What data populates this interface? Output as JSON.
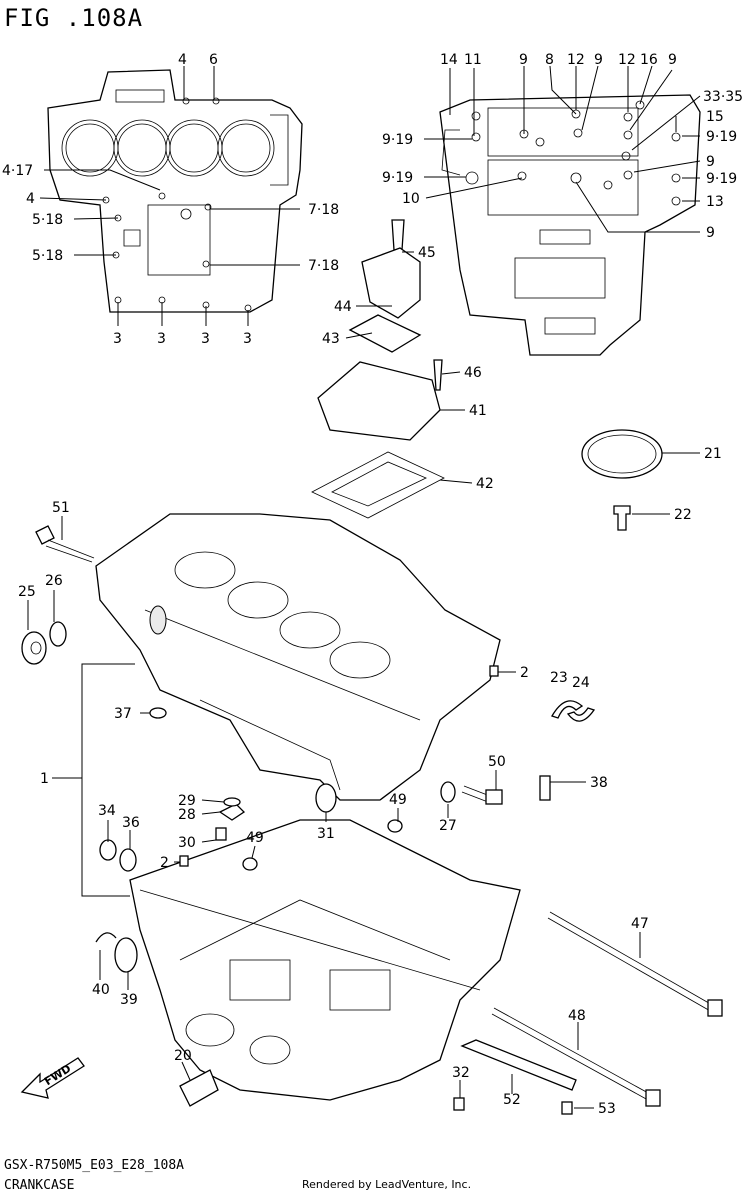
{
  "figure": {
    "title": "FIG .108A",
    "model_code": "GSX-R750M5_E03_E28_108A",
    "part_name": "CRANKCASE",
    "rendered_by": "Rendered by LeadVenture, Inc.",
    "fwd_label": "FWD"
  },
  "callouts": {
    "c4a": "4",
    "c6": "6",
    "c417": "4·17",
    "c4b": "4",
    "c518a": "5·18",
    "c518b": "5·18",
    "c718a": "7·18",
    "c718b": "7·18",
    "c3a": "3",
    "c3b": "3",
    "c3c": "3",
    "c3d": "3",
    "c14": "14",
    "c11": "11",
    "c9a": "9",
    "c8": "8",
    "c12a": "12",
    "c9b": "9",
    "c12b": "12",
    "c16": "16",
    "c9c": "9",
    "c3335": "33·35",
    "c15": "15",
    "c919a": "9·19",
    "c919b": "9·19",
    "c919c": "9·19",
    "c919d": "9·19",
    "c10": "10",
    "c9d": "9",
    "c13": "13",
    "c9e": "9",
    "c45": "45",
    "c44": "44",
    "c43": "43",
    "c46": "46",
    "c41": "41",
    "c42": "42",
    "c21": "21",
    "c22": "22",
    "c51": "51",
    "c25": "25",
    "c26": "26",
    "c2a": "2",
    "c23": "23",
    "c24": "24",
    "c37": "37",
    "c1": "1",
    "c50": "50",
    "c38": "38",
    "c29": "29",
    "c28": "28",
    "c49a": "49",
    "c34": "34",
    "c36": "36",
    "c30": "30",
    "c49b": "49",
    "c31": "31",
    "c27": "27",
    "c2b": "2",
    "c47": "47",
    "c40": "40",
    "c39": "39",
    "c48": "48",
    "c20": "20",
    "c32": "32",
    "c52": "52",
    "c53": "53"
  }
}
